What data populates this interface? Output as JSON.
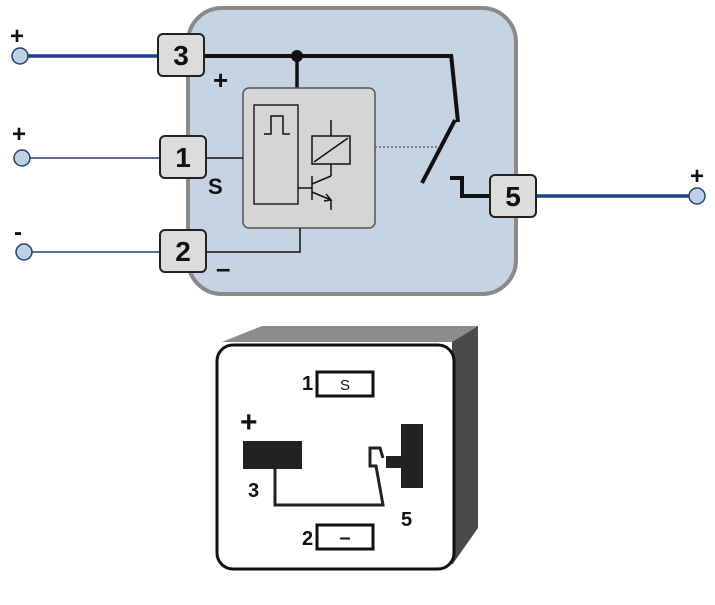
{
  "schematic": {
    "pins": [
      {
        "id": "pin-3",
        "label": "3",
        "polarity": "+"
      },
      {
        "id": "pin-1",
        "label": "1",
        "polarity": "S"
      },
      {
        "id": "pin-2",
        "label": "2",
        "polarity": "–"
      },
      {
        "id": "pin-5",
        "label": "5"
      }
    ],
    "wires": [
      {
        "id": "wire-3",
        "polarity": "+"
      },
      {
        "id": "wire-1",
        "polarity": "+"
      },
      {
        "id": "wire-2",
        "polarity": "-"
      },
      {
        "id": "wire-5",
        "polarity": "+"
      }
    ],
    "colors": {
      "housing_fill": "#c5d3e2",
      "housing_border": "#8a8a8a",
      "module_fill": "#d5d5d5",
      "supply_wire": "#1b3f8c",
      "signal_wire": "#2c3f66",
      "pin_fill": "#dcdcdc",
      "terminal_fill": "#bcd0e6"
    }
  },
  "connector": {
    "pins": [
      {
        "id": "c-pin-1",
        "number": "1",
        "symbol": "S"
      },
      {
        "id": "c-pin-2",
        "number": "2",
        "symbol": "–"
      },
      {
        "id": "c-pin-3",
        "number": "3",
        "symbol": "+"
      },
      {
        "id": "c-pin-5",
        "number": "5"
      }
    ],
    "colors": {
      "front_border": "#111111",
      "side_fill": "#4a4a4a",
      "top_fill": "#8c8c8c",
      "pin_fill": "#222222"
    }
  }
}
